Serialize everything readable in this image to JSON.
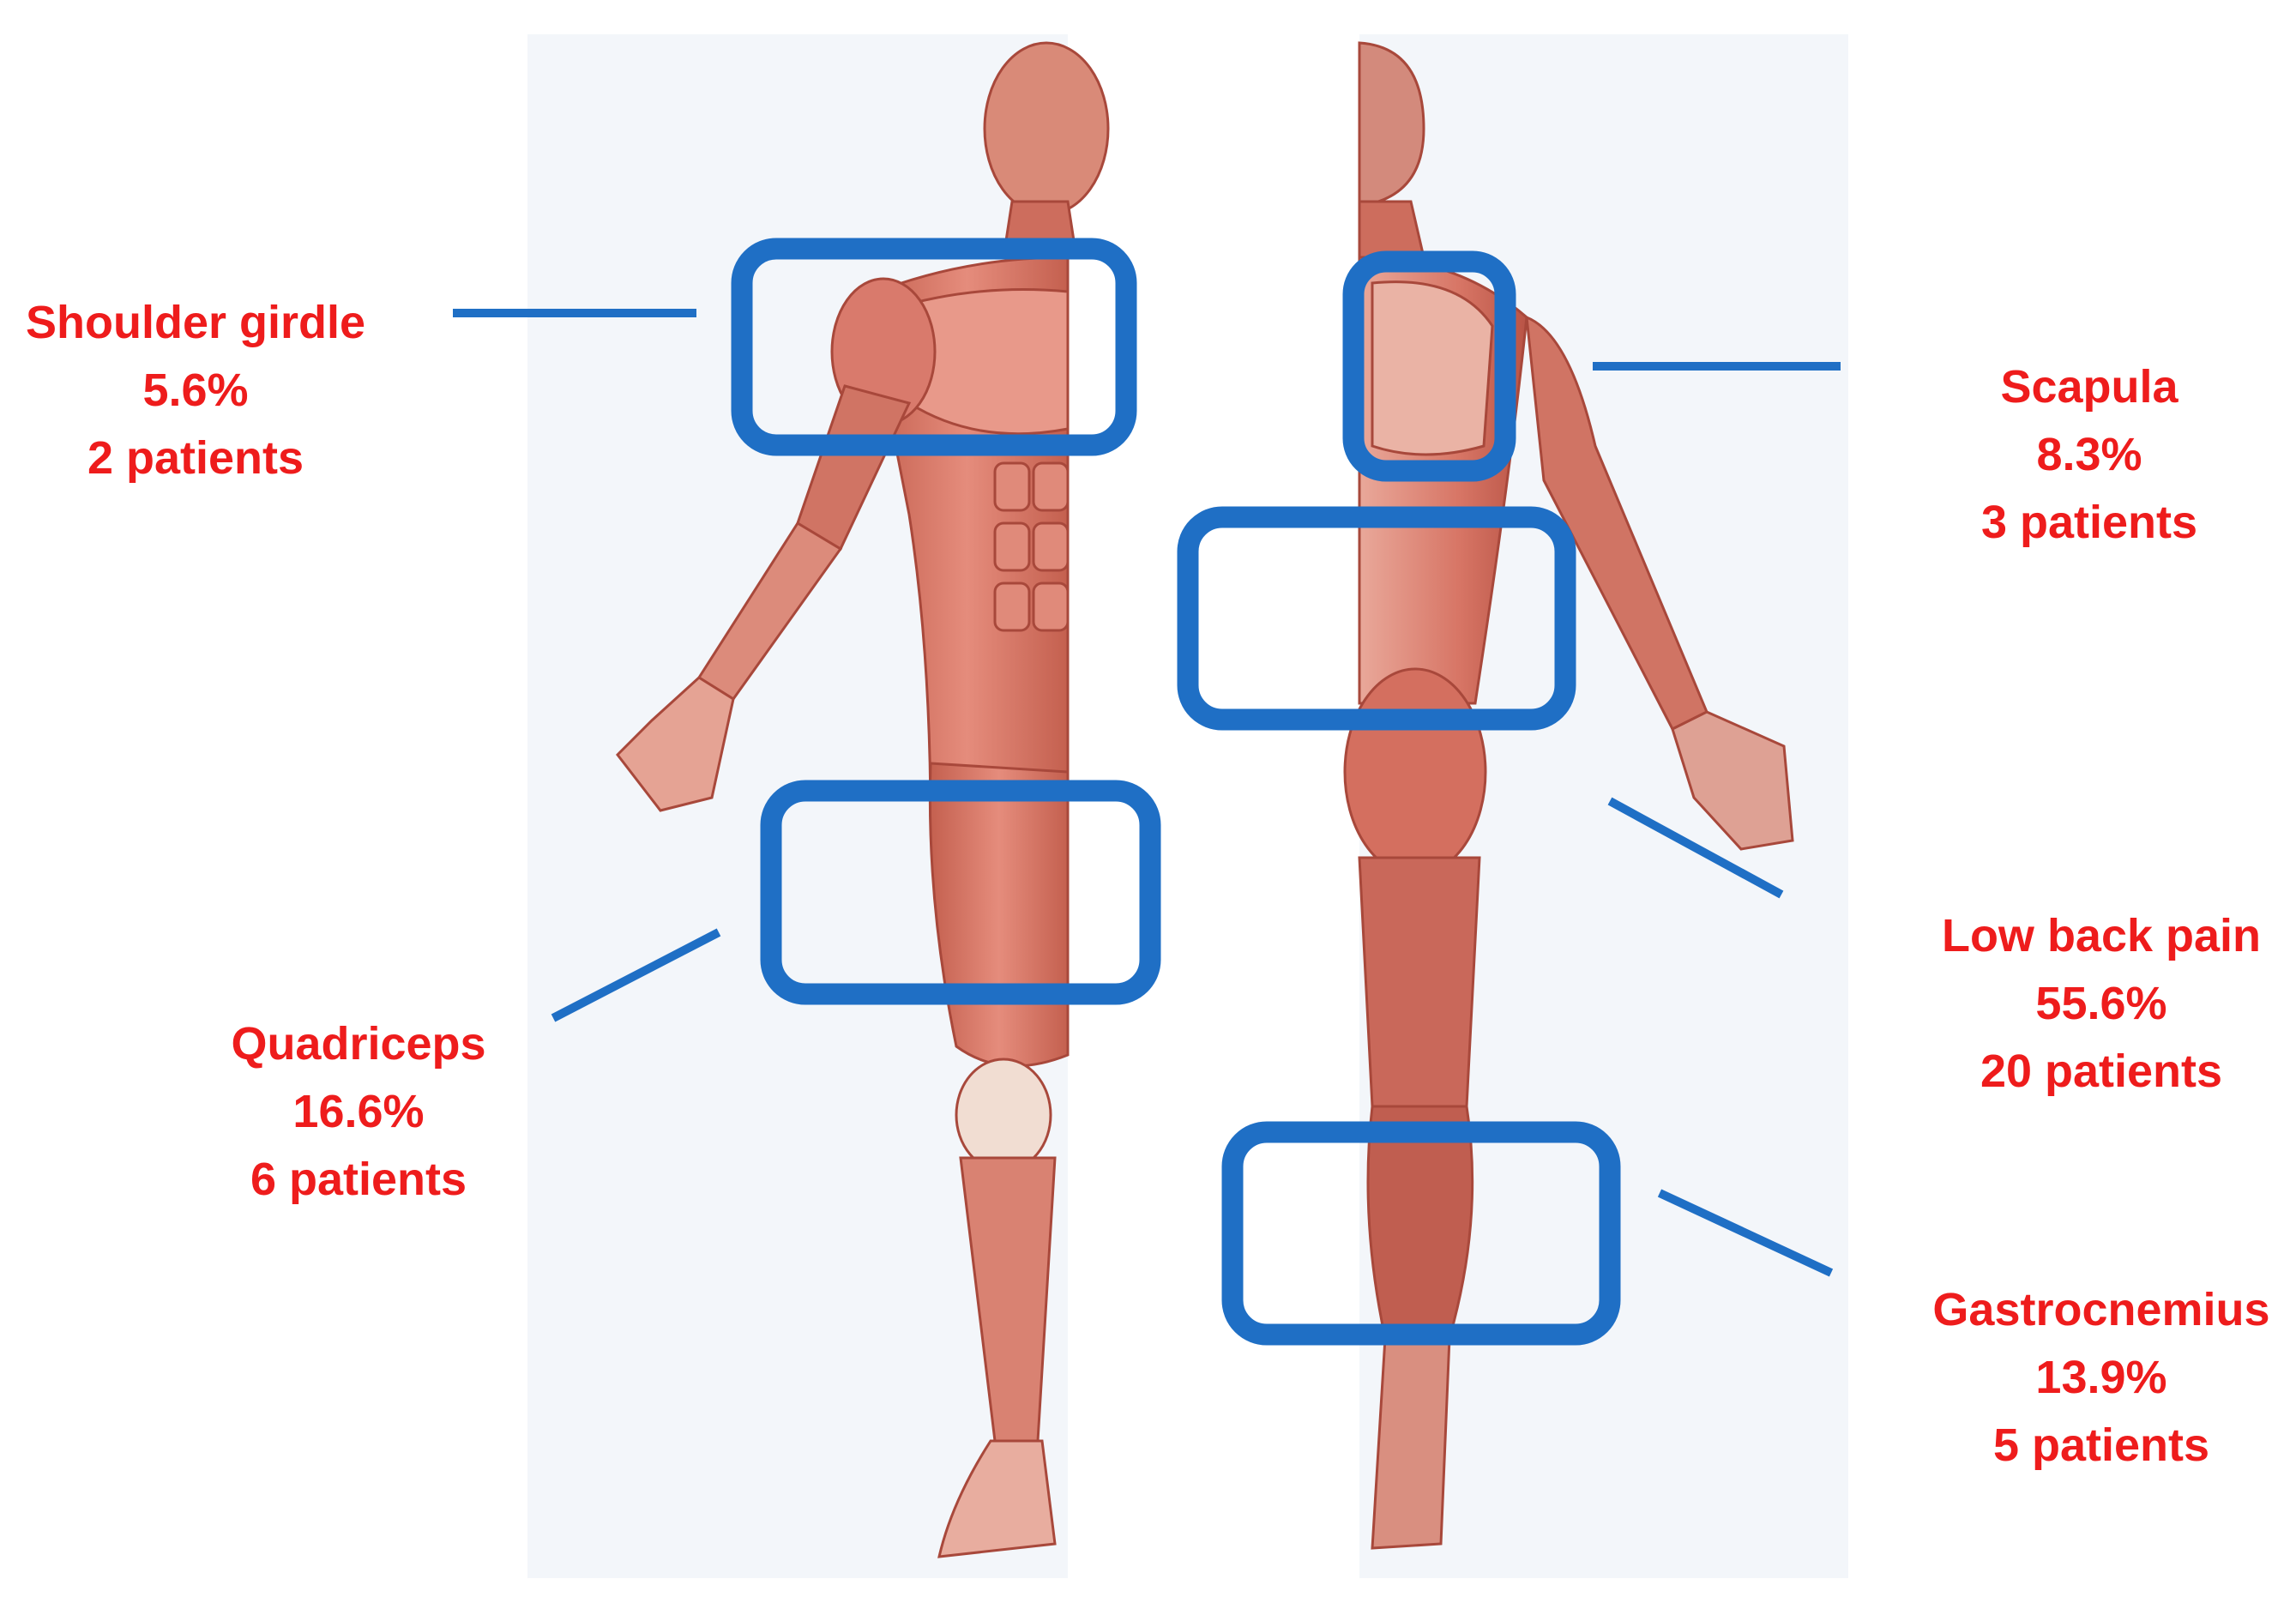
{
  "colors": {
    "label_text": "#ee1c1c",
    "region_box": "#1f6fc5",
    "leader_line": "#1f6fc5",
    "muscle": "#d97a6c",
    "muscle_dark": "#b95446",
    "tendon": "#f1ddd2",
    "backdrop": "#f3f6fa"
  },
  "figures": {
    "front": {
      "icon": "anterior-muscle-figure"
    },
    "back": {
      "icon": "posterior-muscle-figure"
    }
  },
  "regions": [
    {
      "id": "shoulder-girdle",
      "name": "Shoulder girdle",
      "percent": "5.6%",
      "patients": "2 patients"
    },
    {
      "id": "scapula",
      "name": "Scapula",
      "percent": "8.3%",
      "patients": "3 patients"
    },
    {
      "id": "low-back-pain",
      "name": "Low back pain",
      "percent": "55.6%",
      "patients": "20 patients"
    },
    {
      "id": "quadriceps",
      "name": "Quadriceps",
      "percent": "16.6%",
      "patients": "6 patients"
    },
    {
      "id": "gastrocnemius",
      "name": "Gastrocnemius",
      "percent": "13.9%",
      "patients": "5 patients"
    }
  ]
}
